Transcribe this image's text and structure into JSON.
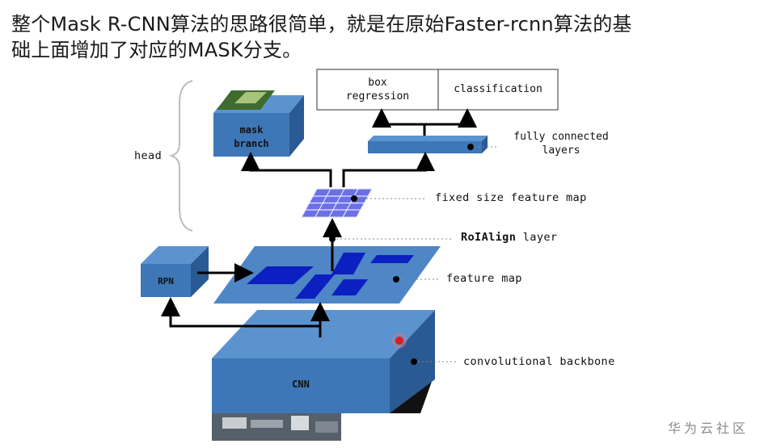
{
  "title": {
    "line1": "整个Mask R-CNN算法的思路很简单，就是在原始Faster-rcnn算法的基",
    "line2": "础上面增加了对应的MASK分支。"
  },
  "diagram": {
    "head_label": "head",
    "mask_branch_label_1": "mask",
    "mask_branch_label_2": "branch",
    "box_regression_label_1": "box",
    "box_regression_label_2": "regression",
    "classification_label": "classification",
    "fc_layers_label_1": "fully connected",
    "fc_layers_label_2": "layers",
    "fixed_size_map_label": "fixed size feature map",
    "roialign_bold": "RoIAlign",
    "roialign_rest": " layer",
    "feature_map_label": "feature map",
    "rpn_label": "RPN",
    "cnn_label": "CNN",
    "backbone_label": "convolutional backbone"
  },
  "watermark": "华为云社区",
  "colors": {
    "block_front": "#3d77b8",
    "block_top": "#5b93cf",
    "block_side": "#2a5a93",
    "feature_map": "#4e86c6",
    "region": "#0c1fc0",
    "grid": "#6b6fe8",
    "pointer_dot": "#e01b1b"
  }
}
